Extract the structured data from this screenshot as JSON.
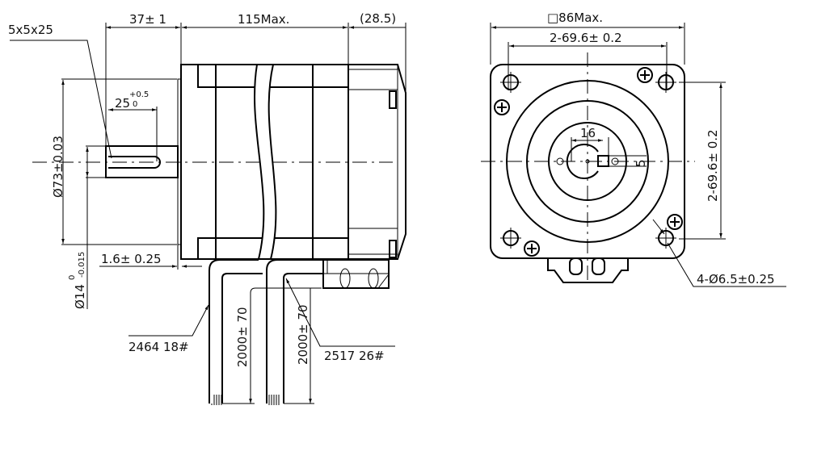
{
  "side_view": {
    "key_label": "5x5x25",
    "shaft_length": "37± 1",
    "body_length": "115Max.",
    "rear_length": "(28.5)",
    "keyway_length": "25",
    "keyway_tol_upper": "+0.5",
    "keyway_tol_lower": "0",
    "pilot_diameter": "Ø73±0.03",
    "shaft_diameter": "Ø14",
    "shaft_tol_upper": "0",
    "shaft_tol_lower": "-0.015",
    "flange_thickness": "1.6± 0.25",
    "cable1_label": "2464 18#",
    "cable2_label": "2517 26#",
    "cable1_length": "2000± 70",
    "cable2_length": "2000± 70"
  },
  "front_view": {
    "square_size": "□86Max.",
    "hole_spacing_h": "2-69.6± 0.2",
    "hole_spacing_v": "2-69.6± 0.2",
    "shaft_dim": "16",
    "key_dim": "5",
    "holes_label": "4-Ø6.5±0.25"
  }
}
